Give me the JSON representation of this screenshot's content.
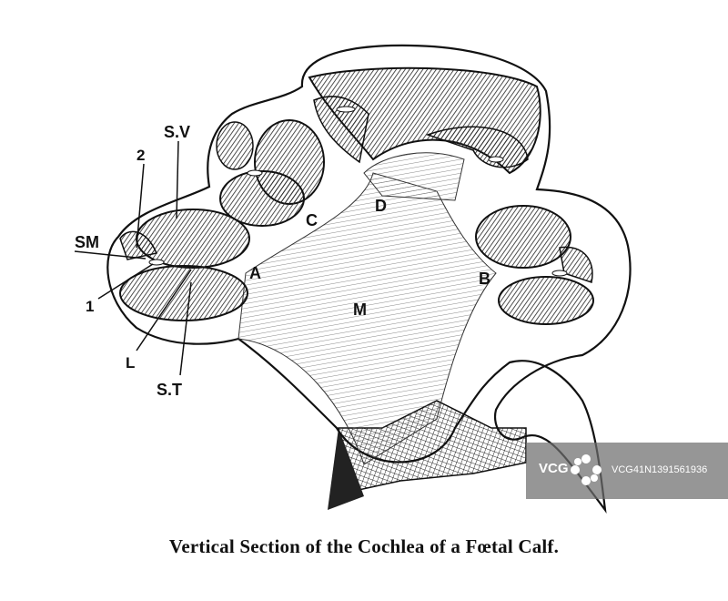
{
  "labels": {
    "sv": "S.V",
    "two": "2",
    "sm": "SM",
    "one": "1",
    "l": "L",
    "st": "S.T",
    "a": "A",
    "c": "C",
    "d": "D",
    "m": "M",
    "b": "B"
  },
  "caption": "Vertical Section of the Cochlea of a Fœtal Calf.",
  "watermark": {
    "logo": "VCG",
    "id": "VCG41N1391561936",
    "icon": "vcg-flower-icon"
  },
  "colors": {
    "ink": "#111111",
    "paper": "#ffffff",
    "watermark_bg": "#6e6e6e"
  }
}
